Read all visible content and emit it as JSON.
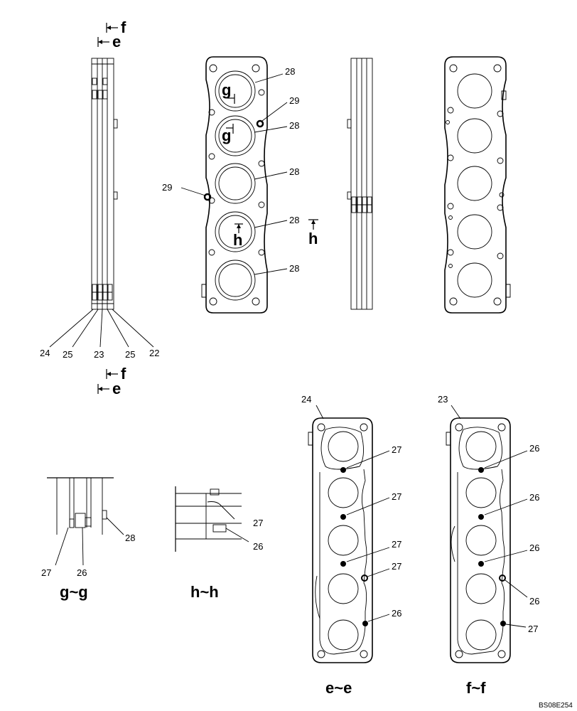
{
  "section_marks": {
    "top_f": "f",
    "top_e": "e",
    "bottom_f": "f",
    "bottom_e": "e",
    "g_upper": "g",
    "g_lower": "g",
    "h_left": "h",
    "h_right": "h"
  },
  "callouts": {
    "side_view": [
      "24",
      "25",
      "23",
      "25",
      "22"
    ],
    "front_view": [
      "28",
      "29",
      "28",
      "28",
      "29",
      "28",
      "28"
    ],
    "gg_detail": [
      "28",
      "27",
      "26"
    ],
    "hh_detail": [
      "27",
      "26"
    ],
    "ee_view": [
      "24",
      "27",
      "27",
      "27",
      "27",
      "26"
    ],
    "ff_view": [
      "23",
      "26",
      "26",
      "26",
      "26",
      "27"
    ]
  },
  "section_titles": {
    "gg": "g~g",
    "hh": "h~h",
    "ee": "e~e",
    "ff": "f~f"
  },
  "drawing_code": "BS08E254"
}
